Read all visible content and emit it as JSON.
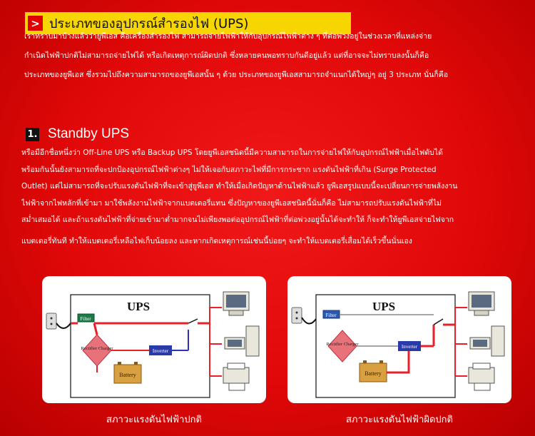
{
  "header": {
    "arrow": ">",
    "title": "ประเภทของอุปกรณ์สำรองไฟ (UPS)"
  },
  "intro": {
    "lines": [
      "เราทราบมาบ้างแล้วว่ายูพีเอส คือเครื่องสำรองไฟ สามารถจ่ายไฟฟ้าให้กับอุปกรณ์ไฟฟ้าต่าง ๆ ที่ต่อพ่วงอยู่ในช่วงเวลาที่แหล่งจ่าย",
      "กำเนิดไฟฟ้าปกติไม่สามารถจ่ายไฟได้ หรือเกิดเหตุการณ์ผิดปกติ ซึ่งหลายคนพอทราบกันดีอยู่แล้ว แต่ที่อาจจะไม่ทราบลงนั้นก็คือ",
      "ประเภทของยูพีเอส ซึ่งรวมไปถึงความสามารถของยูพีเอสนั้น ๆ ด้วย ประเภทของยูพีเอสสามารถจำแนกได้ใหญ่ๆ อยู่ 3 ประเภท นั่นก็คือ"
    ]
  },
  "section1": {
    "number": "1.",
    "title": "Standby UPS",
    "lines": [
      "หรือมีอีกชื่อหนึ่งว่า Off-Line UPS หรือ Backup UPS โดยยูพีเอสชนิดนี้มีความสามารถในการจ่ายไฟให้กับอุปกรณ์ไฟฟ้าเมื่อไฟดับได้",
      "พร้อมกันนั้นยังสามารถที่จะปกป้องอุปกรณ์ไฟฟ้าต่างๆ ไม่ให้เจอกับสภาวะไฟที่มีการกระชาก แรงดันไฟฟ้าที่เกิน (Surge Protected",
      "Outlet) แต่ไม่สามารถที่จะปรับแรงดันไฟฟ้าที่จะเข้าสู่ยูพีเอส ทำให้เมื่อเกิดปัญหาด้านไฟฟ้าแล้ว ยูพีเอสรูปแบบนี้จะเปลี่ยนการจ่ายพลังงาน",
      "ไฟฟ้าจากไฟหลักที่เข้ามา มาใช้พลังงานไฟฟ้าจากแบตเตอรี่แทน ซึ่งปัญหาของยูพีเอสชนิดนี้นั่นก็คือ ไม่สามารถปรับแรงดันไฟฟ้าที่ไม่",
      "สม่ำเสมอได้ และถ้าแรงดันไฟฟ้าที่จ่ายเข้ามาต่ำมากจนไม่เพียงพอต่ออุปกรณ์ไฟฟ้าที่ต่อพ่วงอยู่นั้นได้จะทำให้ ก็จะทำให้ยูพีเอสจ่ายไฟจาก",
      "แบตเตอรี่ทันที ทำให้แบตเตอรี่เหลือไฟเก็บน้อยลง และหากเกิดเหตุการณ์เช่นนี้บ่อยๆ จะทำให้แบตเตอรี่เสื่อมได้เร็วขึ้นนั่นเอง"
    ]
  },
  "diagrams": [
    {
      "title": "UPS",
      "filter": "Filter",
      "rectifier": "Rectifier Charger",
      "inverter": "Inverter",
      "battery": "Battery",
      "caption": "สภาวะแรงดันไฟฟ้าปกติ"
    },
    {
      "title": "UPS",
      "filter": "Filter",
      "rectifier": "Rectifier Charger",
      "inverter": "Inverter",
      "battery": "Battery",
      "caption": "สภาวะแรงดันไฟฟ้าผิดปกติ"
    }
  ],
  "colors": {
    "background": "#e00808",
    "title_bar": "#f7d500",
    "flow_line": "#e8202a",
    "battery_flow": "#3030c0"
  }
}
